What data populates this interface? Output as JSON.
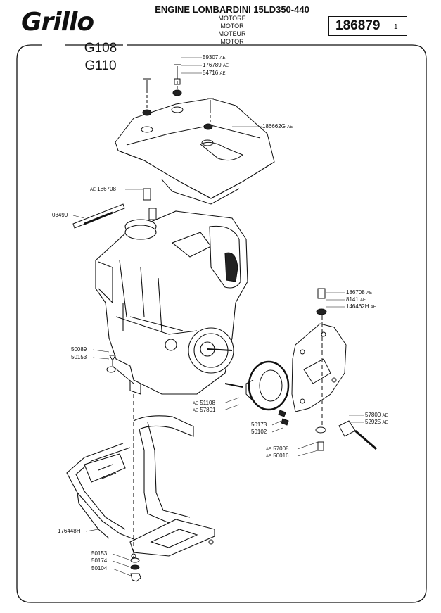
{
  "brand": {
    "logo_text": "Grillo"
  },
  "header": {
    "title": "ENGINE LOMBARDINI 15LD350-440",
    "translations": [
      "MOTORE",
      "MOTOR",
      "MOTEUR",
      "MOTOR"
    ],
    "part_number": "186879",
    "page": "1"
  },
  "models": [
    "G108",
    "G110"
  ],
  "callouts": [
    {
      "id": "c1",
      "num": "59307",
      "ae": "AE",
      "ae_before": false
    },
    {
      "id": "c2",
      "num": "176789",
      "ae": "AE",
      "ae_before": false
    },
    {
      "id": "c3",
      "num": "54716",
      "ae": "AE",
      "ae_before": false
    },
    {
      "id": "c4",
      "num": "186662G",
      "ae": "AE",
      "ae_before": false
    },
    {
      "id": "c5",
      "num": "186708",
      "ae": "AE",
      "ae_before": true
    },
    {
      "id": "c6",
      "num": "03490",
      "ae": "",
      "ae_before": false
    },
    {
      "id": "c7",
      "num": "186708",
      "ae": "AE",
      "ae_before": false
    },
    {
      "id": "c8",
      "num": "8141",
      "ae": "AE",
      "ae_before": false
    },
    {
      "id": "c9",
      "num": "146462H",
      "ae": "AE",
      "ae_before": false
    },
    {
      "id": "c10",
      "num": "50089",
      "ae": "",
      "ae_before": false
    },
    {
      "id": "c11",
      "num": "50153",
      "ae": "",
      "ae_before": false
    },
    {
      "id": "c12",
      "num": "51108",
      "ae": "AE",
      "ae_before": true
    },
    {
      "id": "c13",
      "num": "57801",
      "ae": "AE",
      "ae_before": true
    },
    {
      "id": "c14",
      "num": "50173",
      "ae": "",
      "ae_before": false
    },
    {
      "id": "c15",
      "num": "50102",
      "ae": "",
      "ae_before": false
    },
    {
      "id": "c16",
      "num": "57800",
      "ae": "AE",
      "ae_before": false
    },
    {
      "id": "c17",
      "num": "52925",
      "ae": "AE",
      "ae_before": false
    },
    {
      "id": "c18",
      "num": "57008",
      "ae": "AE",
      "ae_before": true
    },
    {
      "id": "c19",
      "num": "50016",
      "ae": "AE",
      "ae_before": true
    },
    {
      "id": "c20",
      "num": "176448H",
      "ae": "",
      "ae_before": false
    },
    {
      "id": "c21",
      "num": "50153",
      "ae": "",
      "ae_before": false
    },
    {
      "id": "c22",
      "num": "50174",
      "ae": "",
      "ae_before": false
    },
    {
      "id": "c23",
      "num": "50104",
      "ae": "",
      "ae_before": false
    }
  ]
}
